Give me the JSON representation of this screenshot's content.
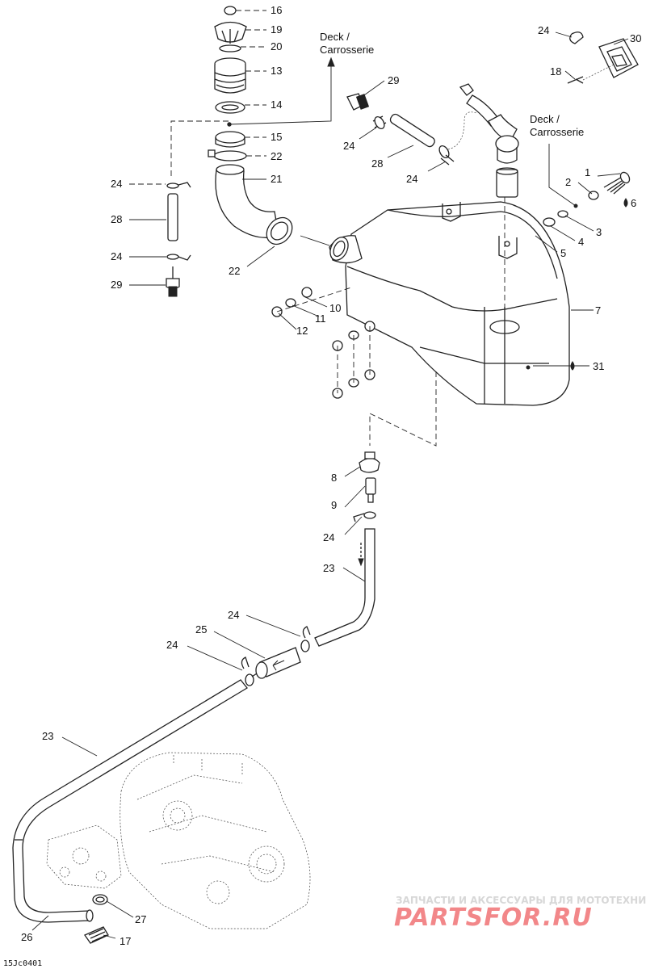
{
  "labels": {
    "l16": "16",
    "l19": "19",
    "l20": "20",
    "l13": "13",
    "l14": "14",
    "l15": "15",
    "l22a": "22",
    "l21": "21",
    "l22b": "22",
    "l24a": "24",
    "l28a": "28",
    "l24b": "24",
    "l29a": "29",
    "l29b": "29",
    "l24c": "24",
    "l28b": "28",
    "l24d": "24",
    "l24e": "24",
    "l30": "30",
    "l18": "18",
    "l1": "1",
    "l2": "2",
    "l6": "6",
    "l3": "3",
    "l4": "4",
    "l5": "5",
    "l7": "7",
    "l10": "10",
    "l11": "11",
    "l12": "12",
    "l31": "31",
    "l8": "8",
    "l9": "9",
    "l24f": "24",
    "l23a": "23",
    "l24g": "24",
    "l25": "25",
    "l24h": "24",
    "l23b": "23",
    "l27": "27",
    "l26": "26",
    "l17": "17"
  },
  "notes": {
    "deck1_line1": "Deck /",
    "deck1_line2": "Carrosserie",
    "deck2_line1": "Deck /",
    "deck2_line2": "Carrosserie"
  },
  "footer": {
    "drawing_code": "15Jc0401"
  },
  "watermark": {
    "tagline": "ЗАПЧАСТИ И АКСЕССУАРЫ ДЛЯ МОТОТЕХНИКИ",
    "logo_text": "PARTSFOR.RU",
    "color": "#e8262a"
  }
}
